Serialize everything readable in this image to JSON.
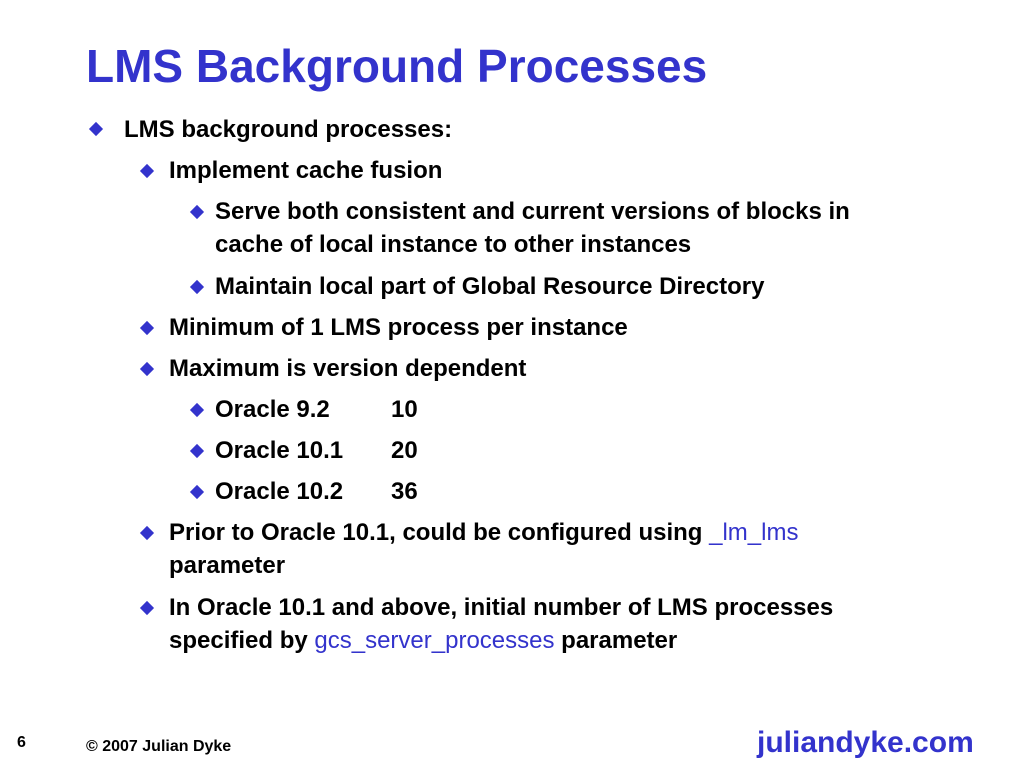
{
  "title": "LMS Background Processes",
  "bullets": {
    "b1": "LMS background processes:",
    "b2": "Implement cache fusion",
    "b3_line1": "Serve both consistent and current versions of blocks in",
    "b3_line2": "cache of local instance to other instances",
    "b4": "Maintain local part of Global Resource Directory",
    "b5": "Minimum of 1 LMS process per instance",
    "b6": "Maximum is version dependent",
    "versions": [
      {
        "name": "Oracle 9.2",
        "value": "10"
      },
      {
        "name": "Oracle 10.1",
        "value": "20"
      },
      {
        "name": "Oracle 10.2",
        "value": "36"
      }
    ],
    "b7_line1_text": "Prior to Oracle 10.1, could be configured using",
    "b7_param": "_lm_lms",
    "b7_line2": "parameter",
    "b8_line1": "In Oracle 10.1 and above, initial number of LMS processes",
    "b8_line2_text": "specified by",
    "b8_param": "gcs_server_processes",
    "b8_line2_end": "parameter"
  },
  "footer": {
    "page_number": "6",
    "copyright": "© 2007 Julian Dyke",
    "site": "juliandyke.com"
  },
  "colors": {
    "accent": "#3333cc",
    "text": "#000000"
  }
}
